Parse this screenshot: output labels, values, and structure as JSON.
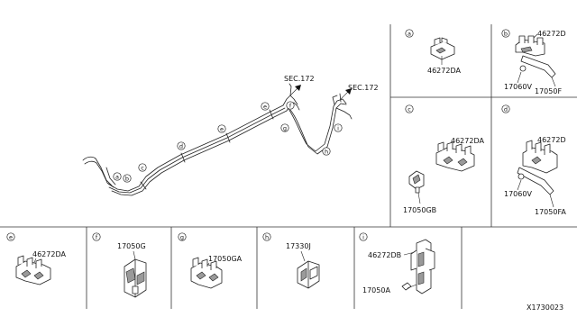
{
  "sec_refs": [
    "SEC.172",
    "SEC.172"
  ],
  "callouts": [
    "a",
    "b",
    "c",
    "d",
    "e",
    "f",
    "g",
    "h",
    "i"
  ],
  "part_numbers": {
    "a": "46272DA",
    "b_top": "46272D",
    "b_v": "17060V",
    "b_f": "17050F",
    "c_top": "46272DA",
    "c_gb": "17050GB",
    "d_top": "46272D",
    "d_v": "17060V",
    "d_fa": "17050FA",
    "e": "46272DA",
    "f": "17050G",
    "g": "17050GA",
    "h": "17330J",
    "i_top": "46272DB",
    "i_a": "17050A"
  },
  "diagram_id": "X1730023"
}
